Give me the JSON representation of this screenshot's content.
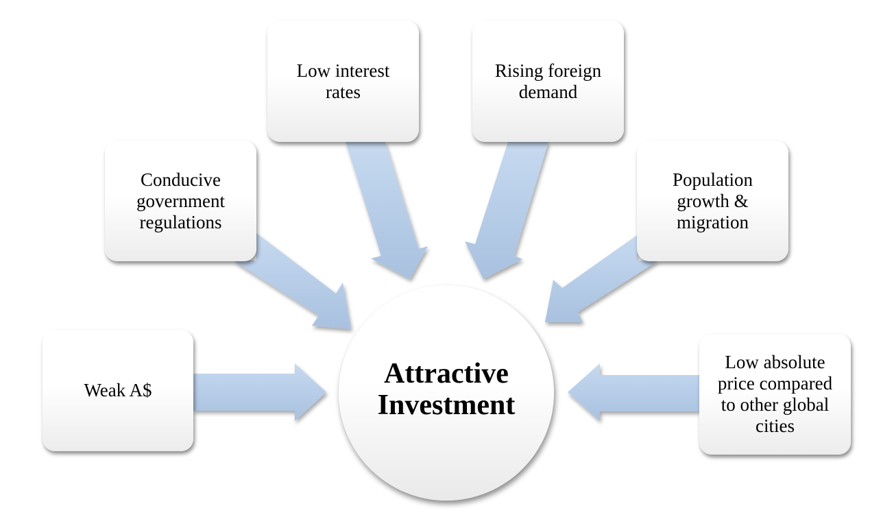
{
  "diagram": {
    "center": {
      "label": "Attractive\nInvestment"
    },
    "factors": [
      {
        "id": "weak-aud",
        "label": "Weak A$"
      },
      {
        "id": "government-regulations",
        "label": "Conducive\ngovernment\nregulations"
      },
      {
        "id": "interest-rates",
        "label": "Low interest\nrates"
      },
      {
        "id": "foreign-demand",
        "label": "Rising foreign\ndemand"
      },
      {
        "id": "population-growth",
        "label": "Population\ngrowth &\nmigration"
      },
      {
        "id": "absolute-price",
        "label": "Low absolute\nprice compared\nto other global\ncities"
      }
    ],
    "colors": {
      "arrow_top": "#c4d8ef",
      "arrow_bottom": "#a9c2e0",
      "box_top": "#ffffff",
      "box_bottom": "#ececec",
      "text": "#000000"
    }
  }
}
